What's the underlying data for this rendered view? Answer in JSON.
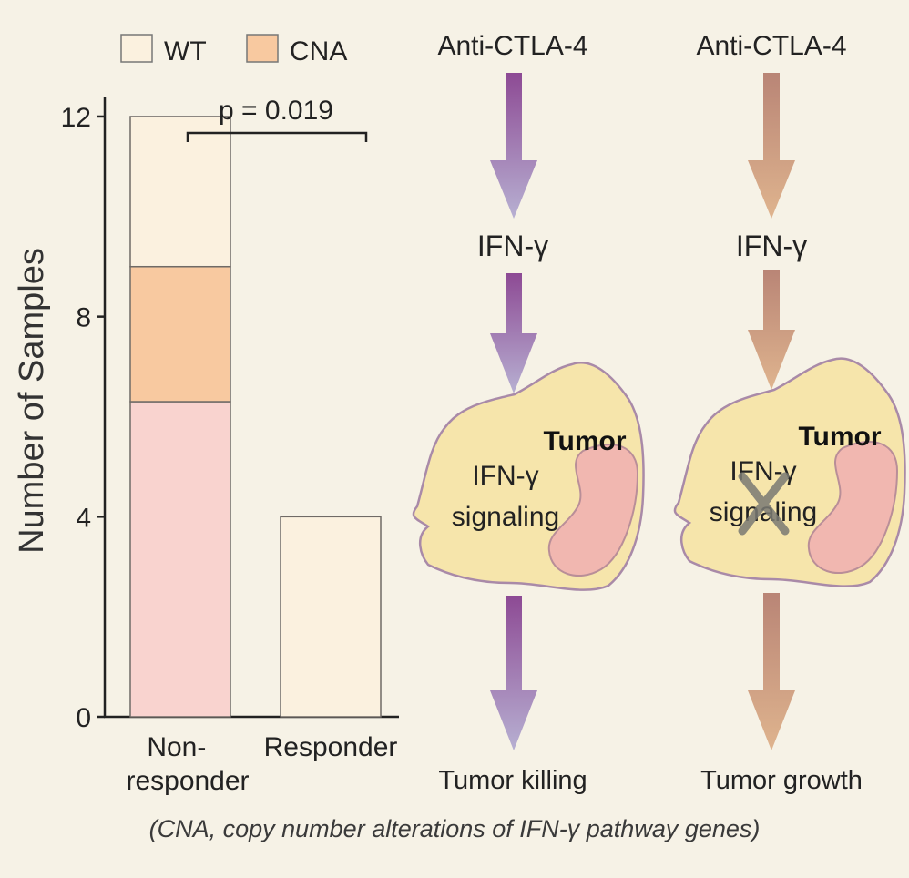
{
  "chart_data": {
    "type": "bar",
    "stacked": true,
    "categories": [
      "Non-\nresponder",
      "Responder"
    ],
    "series": [
      {
        "name": "WT",
        "color": "#fbf1df",
        "values": [
          3,
          4
        ]
      },
      {
        "name": "CNA",
        "color": "#f8c9a0",
        "values": [
          2.7,
          0
        ]
      },
      {
        "name": "",
        "color": "#f9d3cf",
        "values": [
          6.3,
          0
        ]
      }
    ],
    "ylabel": "Number of Samples",
    "xlabel": "",
    "ylim": [
      0,
      12.4
    ],
    "yticks": [
      0,
      4,
      8,
      12
    ],
    "grid": false,
    "legend_position": "top-left",
    "annotation": {
      "text": "p = 0.019",
      "between": [
        "Non-\nresponder",
        "Responder"
      ]
    }
  },
  "pathway": {
    "left": {
      "drug": "Anti-CTLA-4",
      "cytokine": "IFN-γ",
      "tumor_label": "Tumor",
      "signaling_line1": "IFN-γ",
      "signaling_line2": "signaling",
      "outcome": "Tumor killing",
      "arrow_color": "#9a74ad"
    },
    "right": {
      "drug": "Anti-CTLA-4",
      "cytokine": "IFN-γ",
      "tumor_label": "Tumor",
      "signaling_line1": "IFN-γ",
      "signaling_line2": "signaling",
      "outcome": "Tumor growth",
      "arrow_color": "#c9a07f"
    }
  },
  "footnote": "(CNA, copy number alterations of IFN-γ pathway genes)"
}
